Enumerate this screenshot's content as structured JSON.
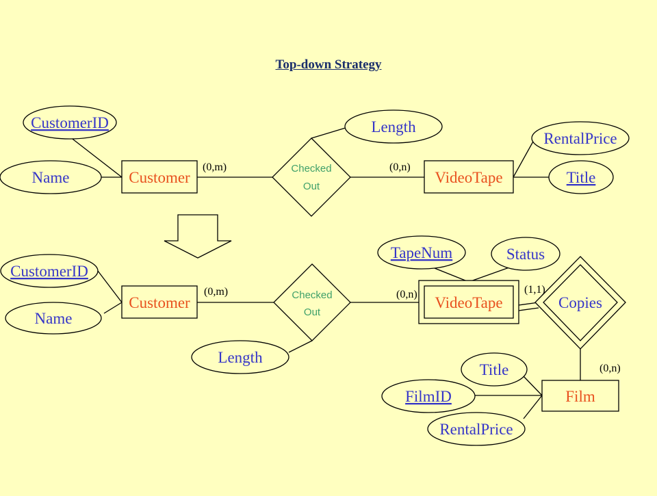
{
  "title": "Top-down Strategy",
  "top": {
    "customer": "Customer",
    "videotape": "VideoTape",
    "relationship": [
      "Checked",
      "Out"
    ],
    "attrs": {
      "customer_id": "CustomerID",
      "name": "Name",
      "length": "Length",
      "rental_price": "RentalPrice",
      "title": "Title"
    },
    "cardinality": {
      "customer_side": "(0,m)",
      "videotape_side": "(0,n)"
    }
  },
  "bottom": {
    "customer": "Customer",
    "videotape": "VideoTape",
    "film": "Film",
    "relationship": [
      "Checked",
      "Out"
    ],
    "copies": "Copies",
    "attrs": {
      "customer_id": "CustomerID",
      "name": "Name",
      "length": "Length",
      "tape_num": "TapeNum",
      "status": "Status",
      "title": "Title",
      "film_id": "FilmID",
      "rental_price": "RentalPrice"
    },
    "cardinality": {
      "customer_side": "(0,m)",
      "videotape_side": "(0,n)",
      "copies_videotape": "(1,1)",
      "copies_film": "(0,n)"
    }
  }
}
